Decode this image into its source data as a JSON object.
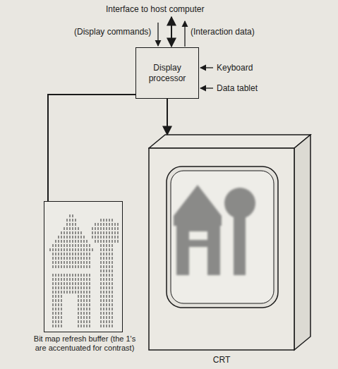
{
  "diagram": {
    "nodes": [
      {
        "text": [
          "Display processor"
        ]
      },
      {
        "text": [
          "Bit map refresh buffer (the 1's are accentuated for contrast)"
        ]
      },
      {
        "text": [
          "CRT"
        ]
      }
    ],
    "edges": [
      {
        "from": 0,
        "to": 1,
        "arrow": "none"
      },
      {
        "from": 0,
        "to": 2,
        "arrow": "to"
      }
    ],
    "labels": [
      "Interface to host computer",
      "(Display commands)",
      "(Interaction data)",
      "Keyboard",
      "Data tablet"
    ]
  }
}
